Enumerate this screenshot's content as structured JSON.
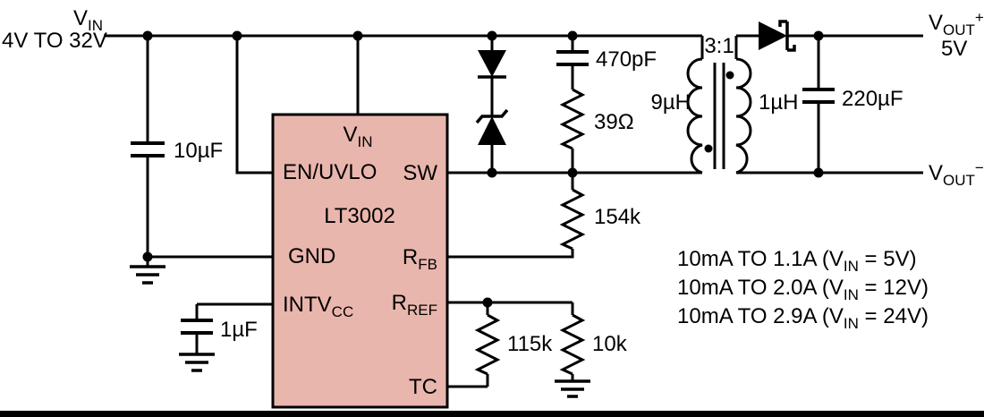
{
  "colors": {
    "ic_fill": "#e9b6ad",
    "wire": "#000000",
    "background": "#ffffff"
  },
  "input": {
    "v": "V",
    "v_sub": "IN",
    "range": "4V TO 32V"
  },
  "output": {
    "vplus": "V",
    "vplus_sub": "OUT",
    "vplus_sup": "+",
    "voltage": "5V",
    "vminus": "V",
    "vminus_sub": "OUT",
    "vminus_sup": "−"
  },
  "ic": {
    "part": "LT3002",
    "pin_vin": "V",
    "pin_vin_sub": "IN",
    "pin_en_uvlo": "EN/UVLO",
    "pin_sw": "SW",
    "pin_gnd": "GND",
    "pin_rfb": "R",
    "pin_rfb_sub": "FB",
    "pin_intvcc": "INTV",
    "pin_intvcc_sub": "CC",
    "pin_rref": "R",
    "pin_rref_sub": "REF",
    "pin_tc": "TC"
  },
  "components": {
    "input_cap": "10µF",
    "intvcc_cap": "1µF",
    "snubber_cap": "470pF",
    "snubber_res": "39Ω",
    "feedback_res": "154k",
    "rref_res": "115k",
    "tc_res": "10k",
    "turns_ratio": "3:1",
    "primary_inductance": "9µH",
    "secondary_inductance": "1µH",
    "output_cap": "220µF"
  },
  "notes": [
    {
      "pre": "10mA TO 1.1A (V",
      "sub": "IN",
      "post": " = 5V)"
    },
    {
      "pre": "10mA TO 2.0A (V",
      "sub": "IN",
      "post": " = 12V)"
    },
    {
      "pre": "10mA TO 2.9A (V",
      "sub": "IN",
      "post": " = 24V)"
    }
  ]
}
